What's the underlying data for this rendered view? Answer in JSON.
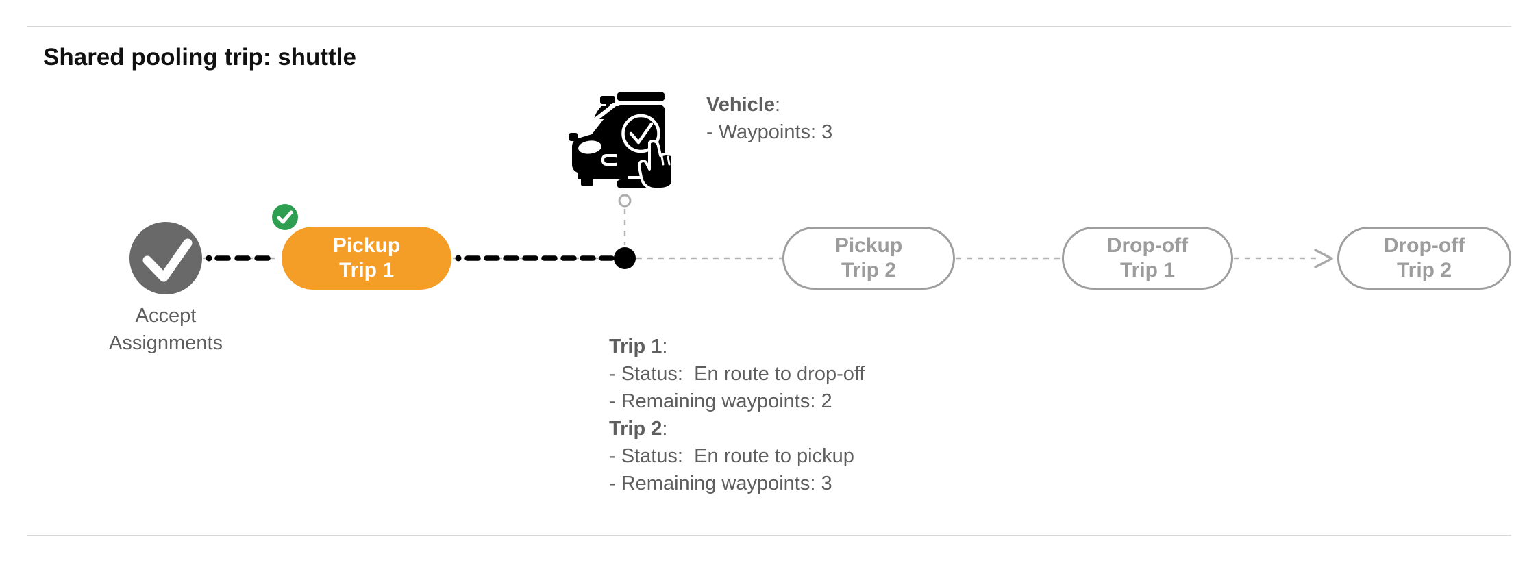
{
  "page": {
    "title": "Shared pooling trip: shuttle"
  },
  "colors": {
    "background": "#FFFFFF",
    "title_text": "#101010",
    "body_text": "#5E5E5E",
    "active_pill": "#F59E27",
    "active_pill_text": "#FFFFFF",
    "pending_pill_border": "#9E9E9E",
    "pending_pill_text": "#9C9C9C",
    "completed_node": "#696969",
    "completed_badge": "#2E9E51",
    "completed_dash": "#000000",
    "pending_dash": "#ADADAD",
    "divider": "#D8D8D8"
  },
  "nodes": {
    "accept": {
      "label_line1": "Accept",
      "label_line2": "Assignments"
    },
    "pickup1": {
      "line1": "Pickup",
      "line2": "Trip 1"
    },
    "pickup2": {
      "line1": "Pickup",
      "line2": "Trip 2"
    },
    "dropoff1": {
      "line1": "Drop-off",
      "line2": "Trip 1"
    },
    "dropoff2": {
      "line1": "Drop-off",
      "line2": "Trip 2"
    }
  },
  "vehicle_info": {
    "heading": "Vehicle",
    "colon": ":",
    "waypoints": "- Waypoints: 3"
  },
  "trip_info": {
    "trip1_heading": "Trip 1",
    "trip1_colon": ":",
    "trip1_status": "- Status:  En route to drop-off",
    "trip1_remaining": "- Remaining waypoints: 2",
    "trip2_heading": "Trip 2",
    "trip2_colon": ":",
    "trip2_status": "- Status:  En route to pickup",
    "trip2_remaining": "- Remaining waypoints: 3"
  },
  "icons": {
    "accept_node": "check-icon",
    "completed_badge": "check-badge-icon",
    "vehicle": "autonomous-car-phone-check-icon",
    "current_position": "current-position-dot",
    "upcoming_marker": "stop-marker-circle",
    "connector_arrow": "arrow-right-icon"
  }
}
